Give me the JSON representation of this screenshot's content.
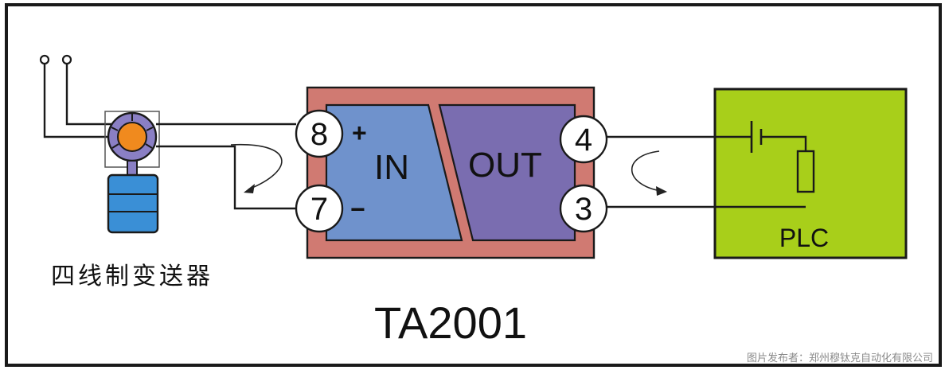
{
  "module": {
    "model": "TA2001",
    "in_label": "IN",
    "out_label": "OUT",
    "pins": [
      {
        "number": "8",
        "sign": "+"
      },
      {
        "number": "7",
        "sign": "−"
      },
      {
        "number": "4"
      },
      {
        "number": "3"
      }
    ]
  },
  "transmitter": {
    "label": "四线制变送器"
  },
  "plc": {
    "label": "PLC"
  },
  "credit": "图片发布者：郑州穆钛克自动化有限公司",
  "colors": {
    "module_border": "#d07a72",
    "in_panel": "#6f92cc",
    "out_panel": "#7a6db0",
    "plc_fill": "#a8cf1a",
    "transmitter_body": "#8a7fc4",
    "transmitter_core": "#f08a1e",
    "transmitter_base": "#3a8fd6"
  }
}
